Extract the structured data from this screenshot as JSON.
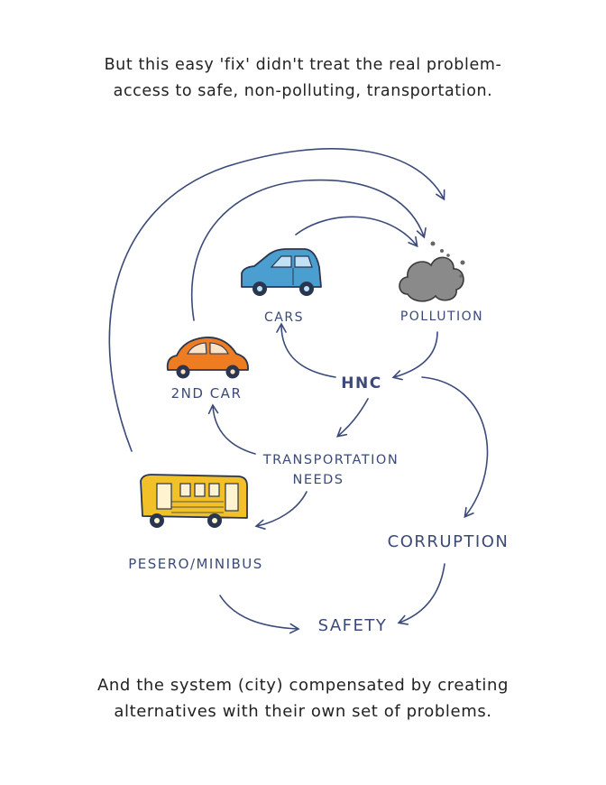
{
  "captions": {
    "top_line1": "But this easy 'fix' didn't treat the real problem-",
    "top_line2": "access to safe, non-polluting, transportation.",
    "bottom_line1": "And the system (city) compensated by creating",
    "bottom_line2": "alternatives with their own set of problems."
  },
  "nodes": {
    "cars": "CARS",
    "pollution": "POLLUTION",
    "second_car": "2ND CAR",
    "hnc": "HNC",
    "transport_line1": "TRANSPORTATION",
    "transport_line2": "NEEDS",
    "pesero": "PESERO/MINIBUS",
    "corruption": "CORRUPTION",
    "safety": "SAFETY"
  },
  "colors": {
    "ink": "#3b4a78",
    "car_blue": "#4a9fd0",
    "beetle_orange": "#ee7d22",
    "bus_yellow": "#f2c028",
    "smog_gray": "#8a8a8a"
  }
}
